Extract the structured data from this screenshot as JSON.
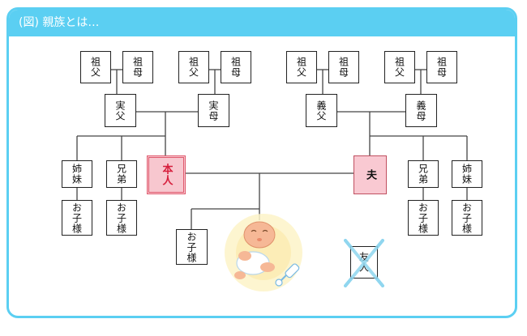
{
  "header": {
    "title": "(図) 親族とは…"
  },
  "nodes": {
    "gf1": "祖父",
    "gm1": "祖母",
    "gf2": "祖父",
    "gm2": "祖母",
    "gf3": "祖父",
    "gm3": "祖母",
    "gf4": "祖父",
    "gm4": "祖母",
    "father_own": "実父",
    "mother_own": "実母",
    "father_law": "義父",
    "mother_law": "義母",
    "sister_l": "姉妹",
    "brother_l": "兄弟",
    "self": "本人",
    "husband": "夫",
    "brother_r": "兄弟",
    "sister_r": "姉妹",
    "child_sister_l": "お子様",
    "child_brother_l": "お子様",
    "own_child": "お子様",
    "child_brother_r": "お子様",
    "child_sister_r": "お子様",
    "friend": "友人"
  },
  "colors": {
    "accent": "#5bcff2",
    "self_fill": "#f7c7cf",
    "self_border": "#e05a6e",
    "cross": "#8fd6ef"
  }
}
